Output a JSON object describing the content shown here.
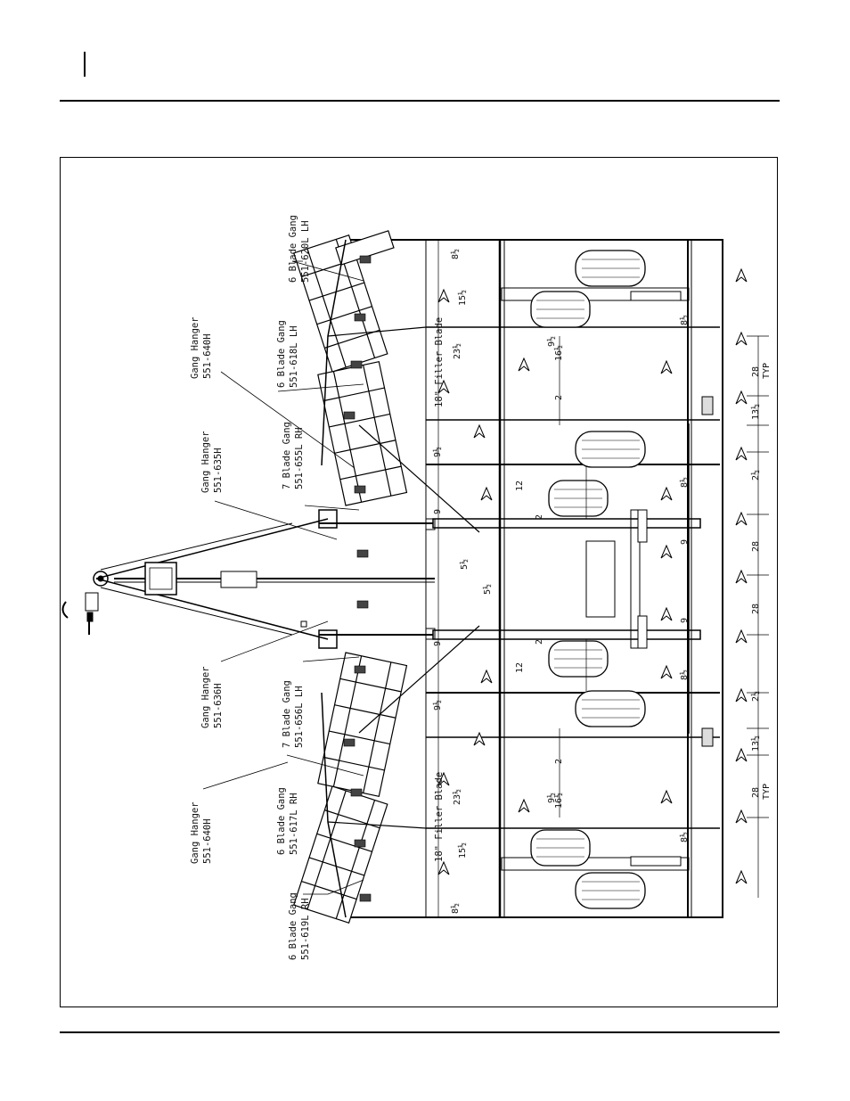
{
  "callouts": [
    {
      "id": "gang-620",
      "lines": [
        "6 Blade Gang",
        "551-620L LH"
      ]
    },
    {
      "id": "hanger-640-top",
      "lines": [
        "Gang Hanger",
        "551-640H"
      ]
    },
    {
      "id": "gang-618",
      "lines": [
        "6 Blade Gang",
        "551-618L LH"
      ]
    },
    {
      "id": "gang-655",
      "lines": [
        "7 Blade Gang",
        "551-655L RH"
      ]
    },
    {
      "id": "hanger-635",
      "lines": [
        "Gang Hanger",
        "551-635H"
      ]
    },
    {
      "id": "hanger-636",
      "lines": [
        "Gang Hanger",
        "551-636H"
      ]
    },
    {
      "id": "gang-656",
      "lines": [
        "7 Blade Gang",
        "551-656L LH"
      ]
    },
    {
      "id": "hanger-640-bottom",
      "lines": [
        "Gang Hanger",
        "551-640H"
      ]
    },
    {
      "id": "gang-617",
      "lines": [
        "6 Blade Gang",
        "551-617L RH"
      ]
    },
    {
      "id": "gang-619",
      "lines": [
        "6 Blade Gang",
        "551-619L RH"
      ]
    }
  ],
  "filler_blade_labels": [
    "18\" Filler Blade",
    "18\" Filler Blade"
  ],
  "dimensions": {
    "right_column": [
      "28",
      "TYP",
      "13½",
      "2½",
      "28",
      "28",
      "2½",
      "13½",
      "28",
      "TYP"
    ],
    "inner_offsets": [
      "8½",
      "8½",
      "9",
      "9",
      "8½",
      "8½"
    ],
    "rank_spacing": [
      "16½",
      "2",
      "12",
      "2",
      "2",
      "12",
      "2",
      "16½"
    ],
    "forward": [
      "9½",
      "23½",
      "9½",
      "9",
      "5½",
      "5½",
      "9",
      "9½",
      "23½",
      "9½"
    ],
    "front": [
      "8½",
      "15½",
      "15½",
      "8½"
    ]
  },
  "colors": {
    "ink": "#000000",
    "paper": "#ffffff",
    "fill": "#e6e6e6"
  }
}
